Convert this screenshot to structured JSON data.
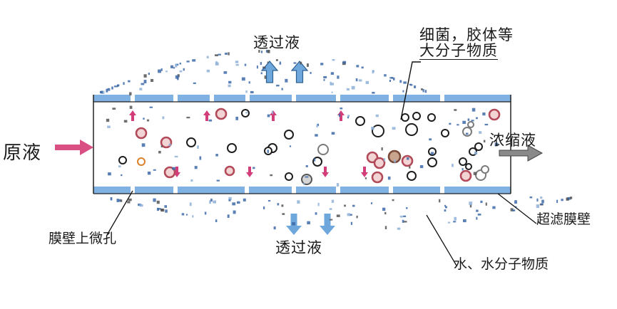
{
  "diagram": {
    "title": "超滤原理示意图",
    "labels": {
      "feed": "原液",
      "permeate_top": "透过液",
      "permeate_bottom": "透过液",
      "macromolecules_line1": "细菌，胶体等",
      "macromolecules_line2": "大分子物质",
      "concentrate": "浓缩液",
      "membrane_wall": "超滤膜壁",
      "micropores": "膜壁上微孔",
      "small_molecules": "水、水分子物质"
    },
    "colors": {
      "membrane": "#7fb1e3",
      "membrane_edge": "#5d95cf",
      "feed_arrow": "#d94f84",
      "permeate_arrow": "#6ea7dc",
      "permeate_arrow_edge": "#2d5f8f",
      "concentrate_arrow": "#8a8a8a",
      "small_arrow": "#d23d7a",
      "particle_red": "#b24a5a",
      "particle_black": "#1e1e1e",
      "particle_grey": "#7a7a7a",
      "particle_orange": "#d9822b",
      "dots": "#3d6aa8"
    },
    "flow_direction": "left-to-right"
  }
}
